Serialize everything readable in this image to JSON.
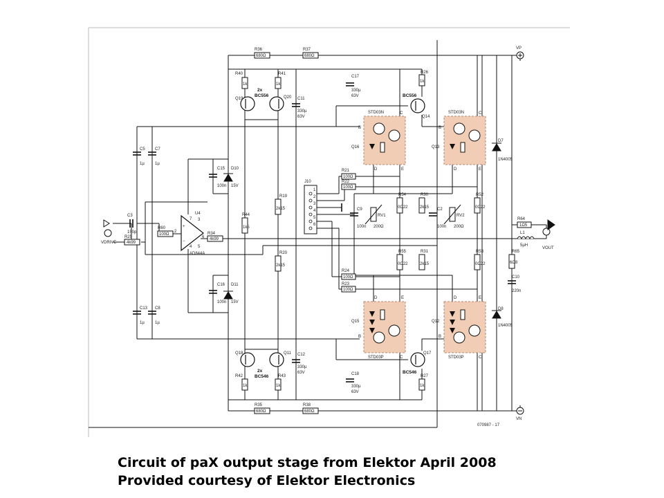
{
  "caption": {
    "line1": "Circuit of paX output stage from Elektor April 2008",
    "line2": "Provided courtesy of Elektor Electronics"
  },
  "figure_code": "070987 - 17",
  "rails": {
    "top": "VP",
    "bottom": "VN"
  },
  "io": {
    "input": "VDRIVE",
    "output": "VOUT"
  },
  "opamp": {
    "ref": "U4",
    "part": "AD844A"
  },
  "connector": {
    "ref": "J10",
    "pins": [
      "1",
      "2",
      "3",
      "4",
      "5",
      "6"
    ]
  },
  "modules": [
    {
      "ref": "Q16",
      "part": "STD03N"
    },
    {
      "ref": "Q13",
      "part": "STD03N"
    },
    {
      "ref": "Q15",
      "part": "STD03P"
    },
    {
      "ref": "Q12",
      "part": "STD03P"
    }
  ],
  "transistors": [
    {
      "ref": "Q19"
    },
    {
      "ref": "Q20"
    },
    {
      "ref": "Q14",
      "part": "BC556"
    },
    {
      "ref": "Q18"
    },
    {
      "ref": "Q11"
    },
    {
      "ref": "Q17",
      "part": "BC546"
    }
  ],
  "pair_labels": {
    "top": [
      "2x",
      "BC556"
    ],
    "bottom": [
      "2x",
      "BC546"
    ]
  },
  "resistors": [
    {
      "ref": "R36",
      "value": "680Ω"
    },
    {
      "ref": "R37",
      "value": "680Ω"
    },
    {
      "ref": "R40",
      "value": "1k"
    },
    {
      "ref": "R41",
      "value": "1k"
    },
    {
      "ref": "R26",
      "value": "1k"
    },
    {
      "ref": "R25",
      "value": "4k99"
    },
    {
      "ref": "R60",
      "value": "100Ω"
    },
    {
      "ref": "R34",
      "value": "4k99"
    },
    {
      "ref": "R44",
      "value": "1k5"
    },
    {
      "ref": "R19",
      "value": "2k15"
    },
    {
      "ref": "R20",
      "value": "2k15"
    },
    {
      "ref": "R21",
      "value": "100Ω"
    },
    {
      "ref": "R22",
      "value": "100Ω"
    },
    {
      "ref": "R54",
      "value": "0Ω22"
    },
    {
      "ref": "R30",
      "value": "2k15"
    },
    {
      "ref": "R52",
      "value": "0Ω22"
    },
    {
      "ref": "R24",
      "value": "100Ω"
    },
    {
      "ref": "R23",
      "value": "100Ω"
    },
    {
      "ref": "R55",
      "value": "0Ω22"
    },
    {
      "ref": "R31",
      "value": "2k15"
    },
    {
      "ref": "R53",
      "value": "0Ω22"
    },
    {
      "ref": "R64",
      "value": "1Ω5"
    },
    {
      "ref": "R65",
      "value": "6Ω8"
    },
    {
      "ref": "R42",
      "value": "1k"
    },
    {
      "ref": "R43",
      "value": "1k"
    },
    {
      "ref": "R27",
      "value": "1k"
    },
    {
      "ref": "R35",
      "value": "680Ω"
    },
    {
      "ref": "R38",
      "value": "680Ω"
    }
  ],
  "capacitors": [
    {
      "ref": "C5",
      "value": "1µ"
    },
    {
      "ref": "C7",
      "value": "1µ"
    },
    {
      "ref": "C3",
      "value": "150p"
    },
    {
      "ref": "C15",
      "value": "100n"
    },
    {
      "ref": "C16",
      "value": "100n"
    },
    {
      "ref": "C11",
      "value": "330µ",
      "rating": "63V"
    },
    {
      "ref": "C17",
      "value": "330µ",
      "rating": "63V"
    },
    {
      "ref": "C9",
      "value": "100n"
    },
    {
      "ref": "C2",
      "value": "100n"
    },
    {
      "ref": "C10",
      "value": "220n"
    },
    {
      "ref": "C13",
      "value": "1µ"
    },
    {
      "ref": "C8",
      "value": "1µ"
    },
    {
      "ref": "C12",
      "value": "330µ",
      "rating": "63V"
    },
    {
      "ref": "C18",
      "value": "330µ",
      "rating": "63V"
    }
  ],
  "diodes": [
    {
      "ref": "D10",
      "value": "15V"
    },
    {
      "ref": "D11",
      "value": "15V"
    },
    {
      "ref": "D7",
      "part": "1N4005"
    },
    {
      "ref": "D8",
      "part": "1N4005"
    }
  ],
  "pots": [
    {
      "ref": "RV1",
      "value": "200Ω"
    },
    {
      "ref": "RV2",
      "value": "200Ω"
    }
  ],
  "inductor": {
    "ref": "L1",
    "value": "5µH"
  },
  "pins": {
    "b": "B",
    "c": "C",
    "d": "D",
    "e": "E"
  },
  "opamp_pins": [
    "3",
    "2",
    "6",
    "5",
    "7",
    "4"
  ],
  "colors": {
    "module_fill": "#f2cdb5",
    "module_border": "#b58a78",
    "ink": "#111111",
    "frame": "#bbbbbb"
  }
}
